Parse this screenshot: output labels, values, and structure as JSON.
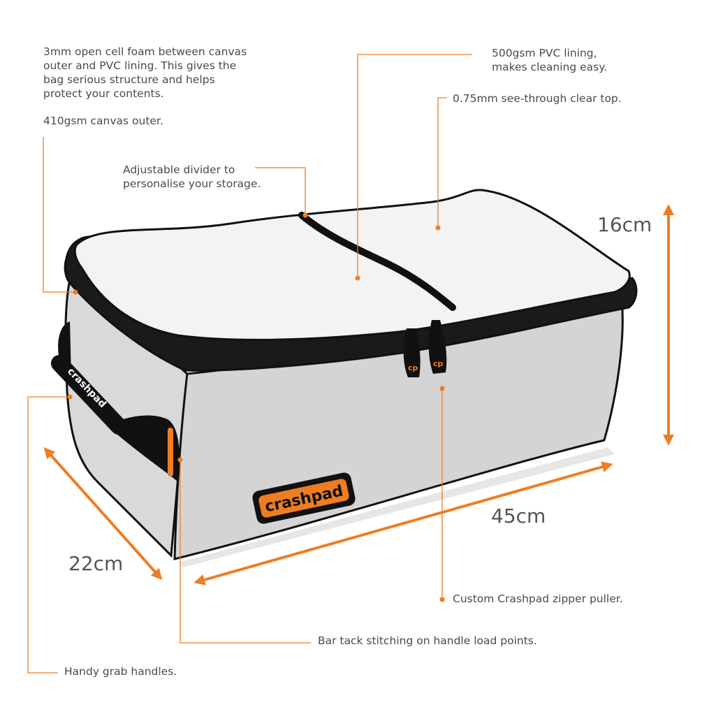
{
  "annotations": {
    "foam": "3mm open cell foam between canvas\nouter and PVC lining. This gives the\nbag serious structure and helps\nprotect your contents.",
    "canvas": "410gsm canvas outer.",
    "divider": "Adjustable divider to\npersonalise your storage.",
    "pvc_lining": "500gsm PVC lining,\nmakes cleaning easy.",
    "clear_top": "0.75mm see-through clear top.",
    "zipper": "Custom Crashpad zipper puller.",
    "bar_tack": "Bar tack stitching on handle load points.",
    "grab_handles": "Handy grab handles."
  },
  "dimensions": {
    "height": "16cm",
    "length": "45cm",
    "depth": "22cm"
  },
  "branding": {
    "logo_text": "crashpad",
    "handle_text": "crashpad",
    "zipper_text": "cp"
  },
  "colors": {
    "accent": "#ee7d22",
    "outline": "#111111",
    "bag_body": "#dcdcdc",
    "lid": "#f2f2f2",
    "text": "#4a4a4a"
  }
}
